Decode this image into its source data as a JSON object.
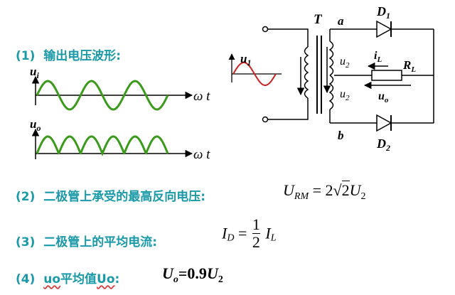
{
  "items": {
    "waveform": {
      "num": "(1)",
      "text": "输出电压波形:"
    },
    "reverse_voltage": {
      "num": "(2)",
      "text": "二极管上承受的最高反向电压:"
    },
    "avg_current": {
      "num": "(3)",
      "text": "二极管上的平均电流:"
    },
    "avg_value": {
      "num": "(4)",
      "text_u": "uo",
      "text_rest": "平均值",
      "text_uo": "Uo",
      "colon": ":"
    }
  },
  "formulas": {
    "urm_lhs": "U",
    "urm_sub": "RM",
    "urm_eq": "= 2",
    "urm_rad": "2",
    "urm_u": "U",
    "urm_u_sub": "2",
    "id_lhs": "I",
    "id_sub": "D",
    "id_eq": "=",
    "id_num": "1",
    "id_den": "2",
    "id_i": "I",
    "id_i_sub": "L",
    "uo_lhs": "U",
    "uo_sub": "o",
    "uo_rhs": "=0.9",
    "uo_u": "U",
    "uo_u_sub": "2"
  },
  "plots": {
    "ui_label": "u",
    "ui_sub": "i",
    "uo_label": "u",
    "uo_sub": "o",
    "omega_t": "ω t",
    "wave_color": "#3a9a1a"
  },
  "circuit": {
    "T": "T",
    "a": "a",
    "b": "b",
    "u1": "u",
    "u1_sub": "1",
    "u2_top": "u",
    "u2_top_sub": "2",
    "u2_bot": "u",
    "u2_bot_sub": "2",
    "iL": "i",
    "iL_sub": "L",
    "RL": "R",
    "RL_sub": "L",
    "uo": "u",
    "uo_sub": "o",
    "D1": "D",
    "D1_sub": "1",
    "D2": "D",
    "D2_sub": "2",
    "sine_color": "#cc2222"
  }
}
